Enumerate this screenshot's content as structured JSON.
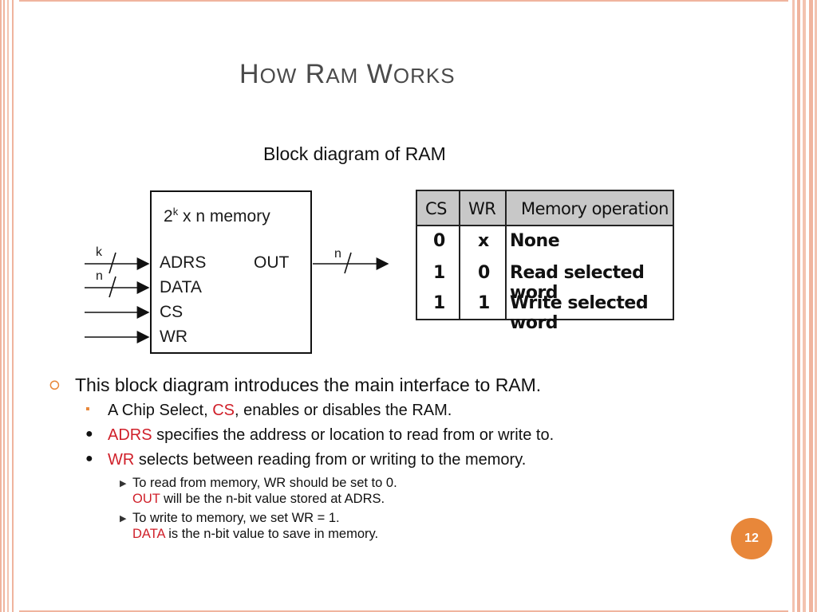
{
  "slide": {
    "title_parts": [
      {
        "cap": "H",
        "rest": "OW"
      },
      {
        "cap": "R",
        "rest": "AM"
      },
      {
        "cap": "W",
        "rest": "ORKS"
      }
    ],
    "subtitle": "Block diagram of RAM",
    "page_number": "12"
  },
  "diagram": {
    "memory_label_base": "2",
    "memory_label_sup": "k",
    "memory_label_rest": " x n memory",
    "pins": {
      "adrs": "ADRS",
      "data": "DATA",
      "cs": "CS",
      "wr": "WR",
      "out": "OUT"
    },
    "bus_labels": {
      "adrs_width": "k",
      "data_width": "n",
      "out_width": "n"
    }
  },
  "truth_table": {
    "headers": [
      "CS",
      "WR",
      "Memory operation"
    ],
    "rows": [
      [
        "0",
        "x",
        "None"
      ],
      [
        "1",
        "0",
        "Read selected word"
      ],
      [
        "1",
        "1",
        "Write selected word"
      ]
    ]
  },
  "bullets": {
    "main": "This block diagram introduces the main interface to RAM.",
    "sub1_pre": "A Chip Select, ",
    "sub1_hl": "CS",
    "sub1_post": ", enables or disables the RAM.",
    "sub2_hl": "ADRS",
    "sub2_post": " specifies the address or location to read from or write to.",
    "sub3_hl": "WR",
    "sub3_post": " selects between reading from or writing to the memory.",
    "sub3a_line1": "To read from memory, WR should be set to 0.",
    "sub3a_hl": "OUT",
    "sub3a_line2": " will be the n-bit value stored at ADRS.",
    "sub3b_line1": "To write to memory, we set WR = 1.",
    "sub3b_hl": "DATA",
    "sub3b_line2": " is the n-bit value to save in memory."
  },
  "colors": {
    "accent": "#e8873a",
    "highlight": "#d0202a",
    "border": "#f0b49e",
    "table_header": "#c8c8c8"
  }
}
